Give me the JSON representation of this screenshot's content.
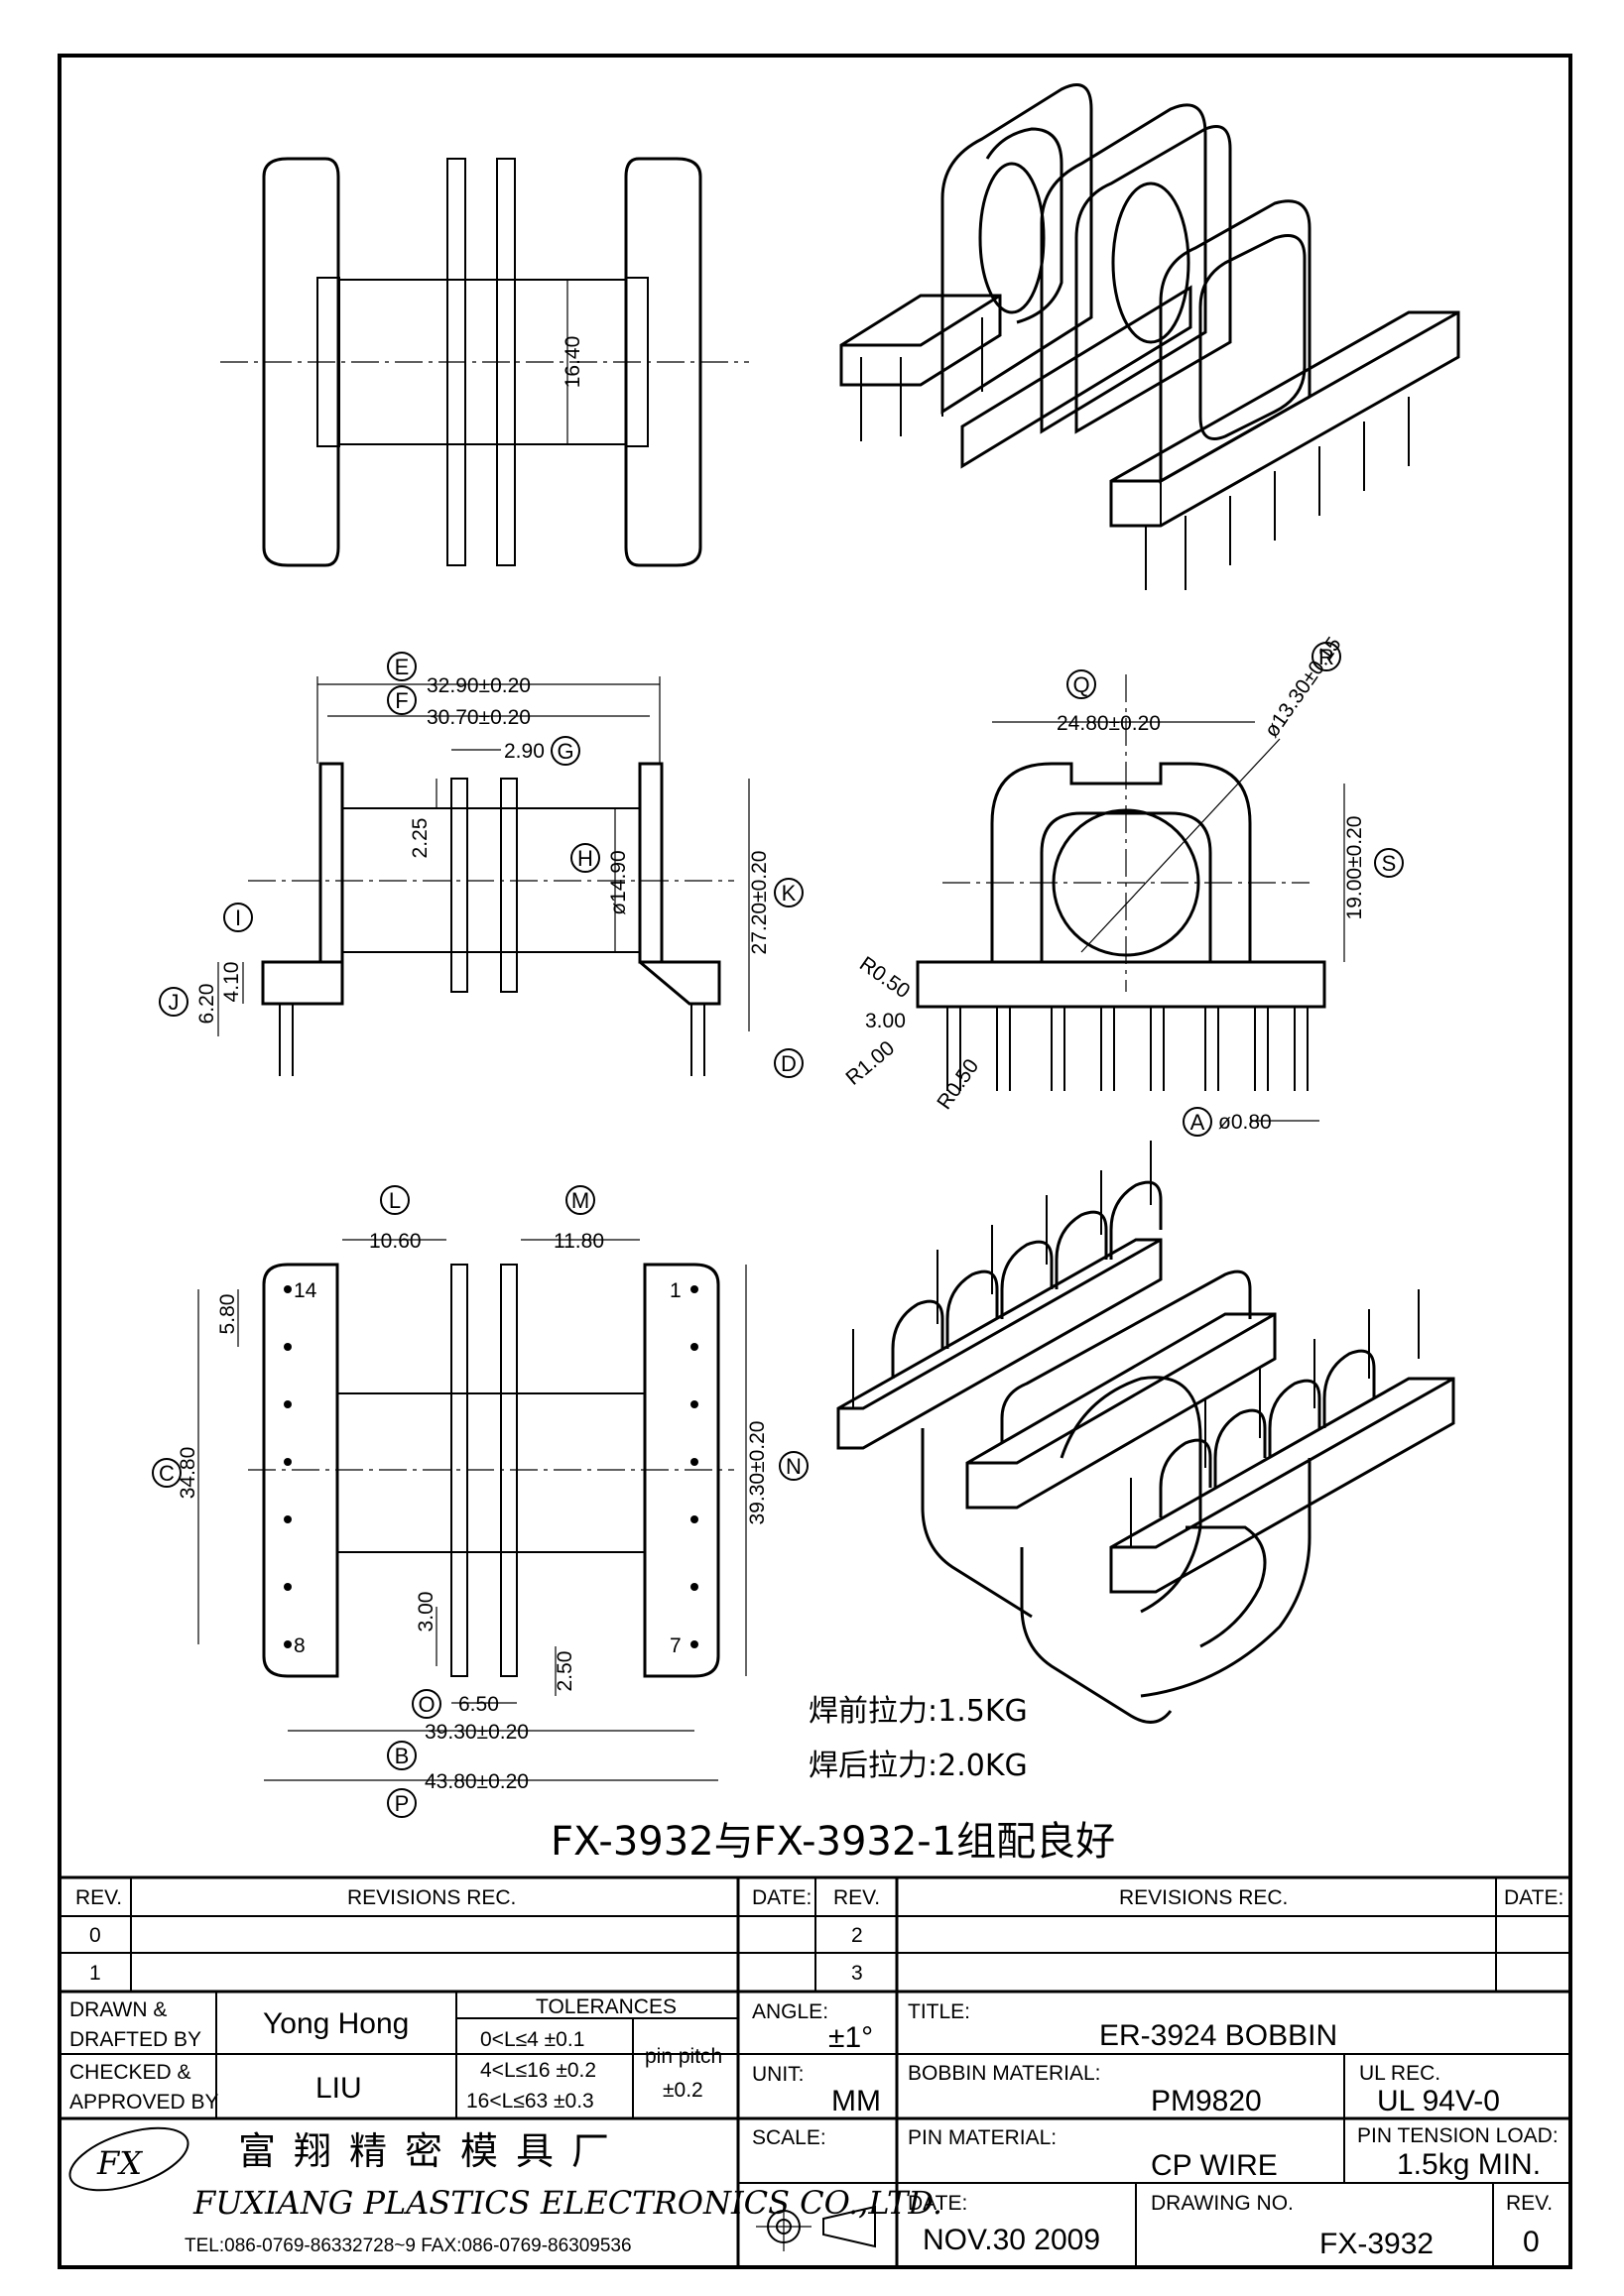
{
  "notes": {
    "pull_before": "焊前拉力:1.5KG",
    "pull_after": "焊后拉力:2.0KG",
    "assembly": "FX-3932与FX-3932-1组配良好"
  },
  "dimensions": {
    "core_height": "16.40",
    "E": "32.90±0.20",
    "F": "30.70±0.20",
    "G": "2.90",
    "H": "ø14.90",
    "h225": "2.25",
    "I": "4.10",
    "J": "6.20",
    "K": "27.20±0.20",
    "Q": "24.80±0.20",
    "R": "ø13.30±0.15",
    "S": "19.00±0.20",
    "R050a": "R0.50",
    "t300": "3.00",
    "R100": "R1.00",
    "R050b": "R0.50",
    "A": "ø0.80",
    "L": "10.60",
    "M": "11.80",
    "pitch": "5.80",
    "C": "34.80",
    "N": "39.30±0.20",
    "b300": "3.00",
    "b250": "2.50",
    "O": "6.50",
    "B": "39.30±0.20",
    "P": "43.80±0.20"
  },
  "callouts": {
    "E": "E",
    "F": "F",
    "G": "G",
    "H": "H",
    "I": "I",
    "J": "J",
    "K": "K",
    "D": "D",
    "Q": "Q",
    "R": "R",
    "S": "S",
    "A": "A",
    "L": "L",
    "M": "M",
    "C": "C",
    "N": "N",
    "O": "O",
    "B": "B",
    "P": "P"
  },
  "pins": {
    "p14": "14",
    "p1": "1",
    "p8": "8",
    "p7": "7"
  },
  "title_block": {
    "rev_header": "REV.",
    "revisions_header": "REVISIONS   REC.",
    "date_header": "DATE:",
    "rev_rows": [
      "0",
      "1"
    ],
    "rev_rows_right": [
      "2",
      "3"
    ],
    "drawn_label": "DRAWN &",
    "drafted_label": "DRAFTED BY",
    "drawn_value": "Yong  Hong",
    "checked_label": "CHECKED &",
    "approved_label": "APPROVED BY",
    "checked_value": "LIU",
    "tolerances_header": "TOLERANCES",
    "tol_rows": [
      "0<L≤4    ±0.1",
      "4<L≤16  ±0.2",
      "16<L≤63  ±0.3"
    ],
    "pin_pitch_label": "pin  pitch",
    "pin_pitch_value": "±0.2",
    "angle_label": "ANGLE:",
    "angle_value": "±1°",
    "unit_label": "UNIT:",
    "unit_value": "MM",
    "scale_label": "SCALE:",
    "title_label": "TITLE:",
    "title_value": "ER-3924  BOBBIN",
    "bobbin_material_label": "BOBBIN  MATERIAL:",
    "bobbin_material_value": "PM9820",
    "ul_label": "UL  REC.",
    "ul_value": "UL  94V-0",
    "pin_material_label": "PIN  MATERIAL:",
    "pin_material_value": "CP  WIRE",
    "pin_tension_label": "PIN  TENSION  LOAD:",
    "pin_tension_value": "1.5kg  MIN.",
    "date_label": "DATE:",
    "date_value": "NOV.30  2009",
    "drawing_no_label": "DRAWING  NO.",
    "drawing_no_value": "FX-3932",
    "rev_label": "REV.",
    "rev_value": "0"
  },
  "company": {
    "chinese_name": "富翔精密模具厂",
    "english_name": "FUXIANG  PLASTICS  ELECTRONICS  CO.,LTD.",
    "contact": "TEL:086-0769-86332728~9   FAX:086-0769-86309536",
    "logo_text": "FX"
  }
}
